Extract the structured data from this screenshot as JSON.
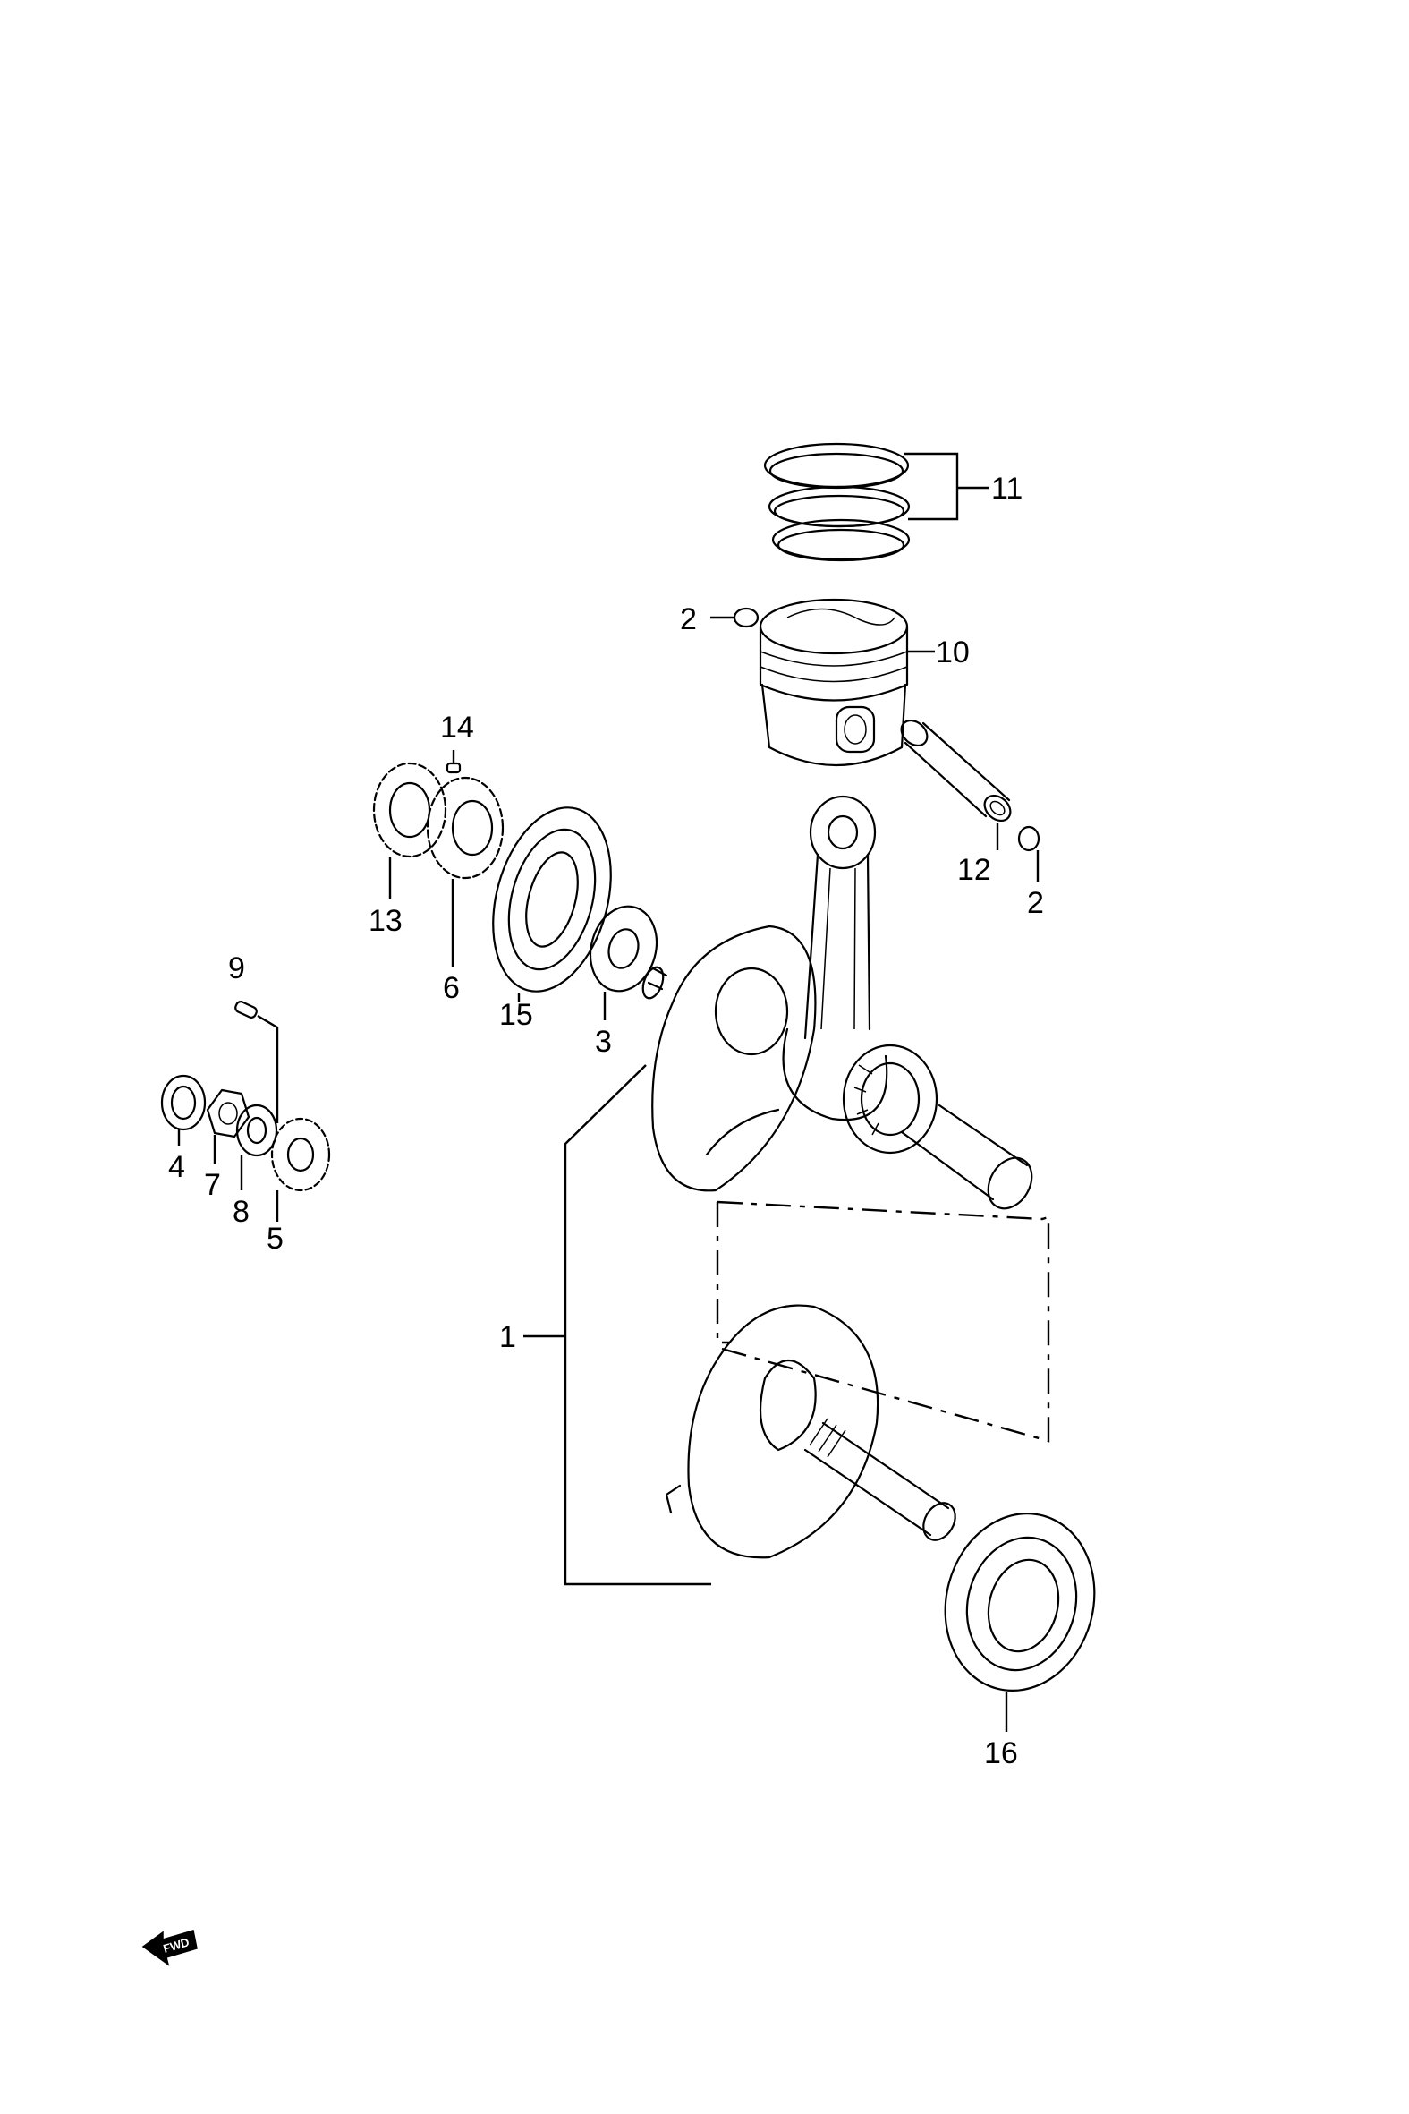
{
  "callouts": [
    {
      "id": "1",
      "label": "1"
    },
    {
      "id": "2a",
      "label": "2"
    },
    {
      "id": "2b",
      "label": "2"
    },
    {
      "id": "3",
      "label": "3"
    },
    {
      "id": "4",
      "label": "4"
    },
    {
      "id": "5",
      "label": "5"
    },
    {
      "id": "6",
      "label": "6"
    },
    {
      "id": "7",
      "label": "7"
    },
    {
      "id": "8",
      "label": "8"
    },
    {
      "id": "9",
      "label": "9"
    },
    {
      "id": "10",
      "label": "10"
    },
    {
      "id": "11",
      "label": "11"
    },
    {
      "id": "12",
      "label": "12"
    },
    {
      "id": "13",
      "label": "13"
    },
    {
      "id": "14",
      "label": "14"
    },
    {
      "id": "15",
      "label": "15"
    },
    {
      "id": "16",
      "label": "16"
    }
  ],
  "fwd_badge": {
    "text": "FWD",
    "icon": "fwd-arrow-icon"
  }
}
